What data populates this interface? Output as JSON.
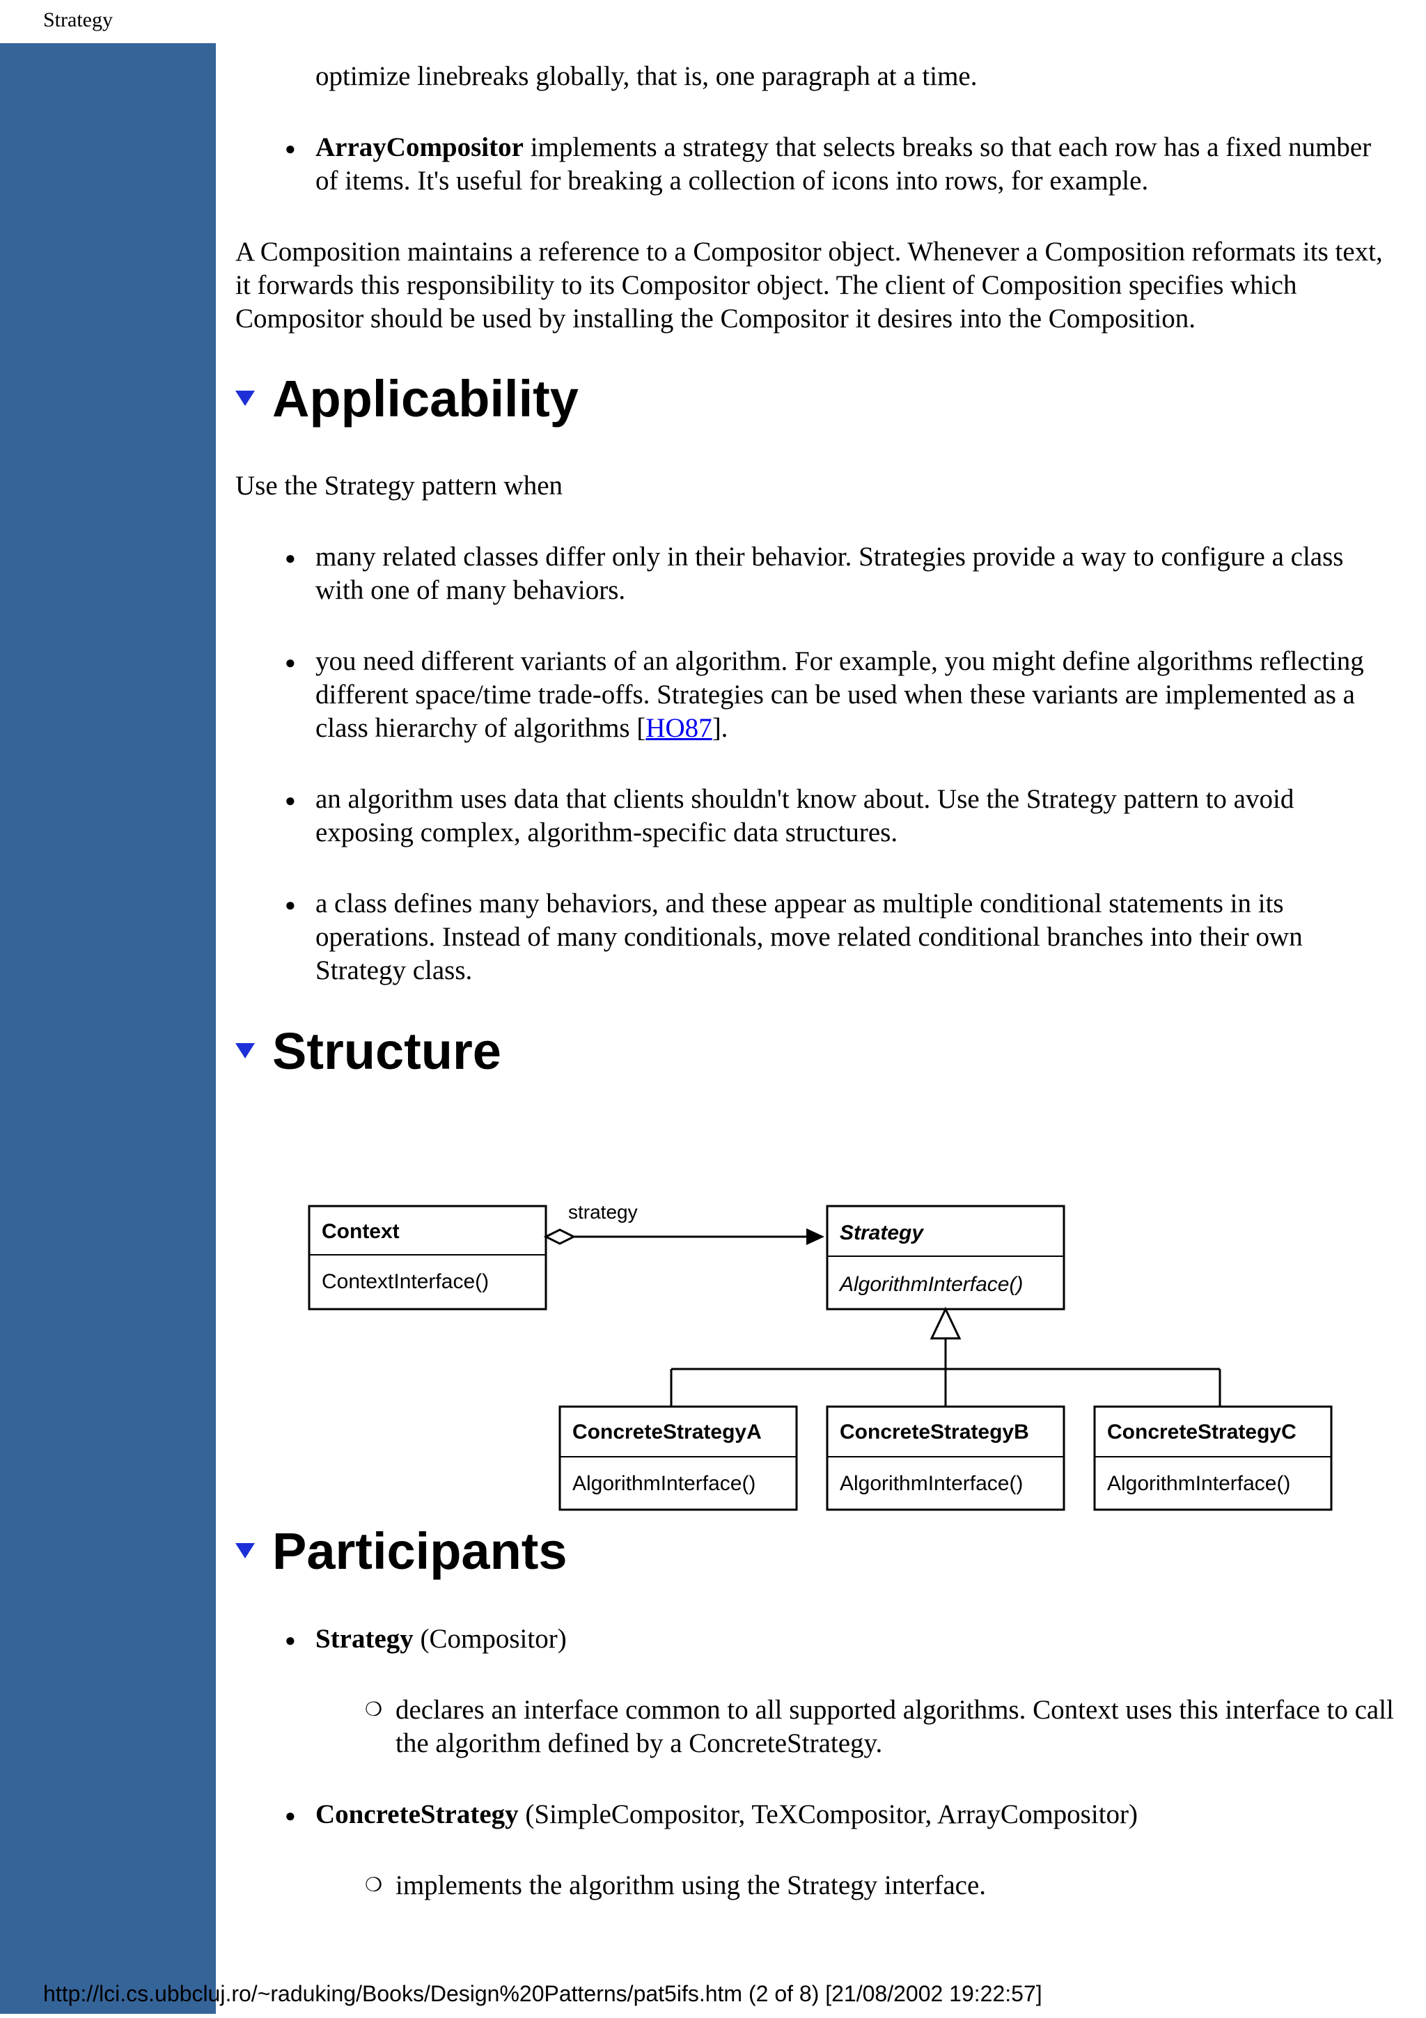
{
  "header": {
    "title": "Strategy"
  },
  "intro": {
    "fragment": "optimize linebreaks globally, that is, one paragraph at a time.",
    "array_bullet": {
      "term": "ArrayCompositor",
      "text": " implements a strategy that selects breaks so that each row has a fixed number of items. It's useful for breaking a collection of icons into rows, for example."
    },
    "paragraph": "A Composition maintains a reference to a Compositor object. Whenever a Composition reformats its text, it forwards this responsibility to its Compositor object. The client of Composition specifies which Compositor should be used by installing the Compositor it desires into the Composition."
  },
  "applicability": {
    "heading": "Applicability",
    "lead": "Use the Strategy pattern when",
    "bullets": [
      "many related classes differ only in their behavior. Strategies provide a way to configure a class with one of many behaviors.",
      "you need different variants of an algorithm. For example, you might define algorithms reflecting different space/time trade-offs. Strategies can be used when these variants are implemented as a class hierarchy of algorithms [",
      "an algorithm uses data that clients shouldn't know about. Use the Strategy pattern to avoid exposing complex, algorithm-specific data structures.",
      "a class defines many behaviors, and these appear as multiple conditional statements in its operations. Instead of many conditionals, move related conditional branches into their own Strategy class."
    ],
    "ref_link": "HO87",
    "ref_after": "]."
  },
  "structure": {
    "heading": "Structure",
    "diagram": {
      "context_name": "Context",
      "context_op": "ContextInterface()",
      "assoc_label": "strategy",
      "strategy_name": "Strategy",
      "strategy_op": "AlgorithmInterface()",
      "concrete": [
        {
          "name": "ConcreteStrategyA",
          "op": "AlgorithmInterface()"
        },
        {
          "name": "ConcreteStrategyB",
          "op": "AlgorithmInterface()"
        },
        {
          "name": "ConcreteStrategyC",
          "op": "AlgorithmInterface()"
        }
      ]
    }
  },
  "participants": {
    "heading": "Participants",
    "items": [
      {
        "term": "Strategy",
        "paren": " (Compositor)",
        "detail": "declares an interface common to all supported algorithms. Context uses this interface to call the algorithm defined by a ConcreteStrategy."
      },
      {
        "term": "ConcreteStrategy",
        "paren": " (SimpleCompositor, TeXCompositor, ArrayCompositor)",
        "detail": "implements the algorithm using the Strategy interface."
      }
    ]
  },
  "footer": {
    "text": "http://lci.cs.ubbcluj.ro/~raduking/Books/Design%20Patterns/pat5ifs.htm (2 of 8) [21/08/2002 19:22:57]"
  },
  "colors": {
    "sidebar": "#356499",
    "heading_marker": "#1d2fd6",
    "link": "#0000ee"
  }
}
